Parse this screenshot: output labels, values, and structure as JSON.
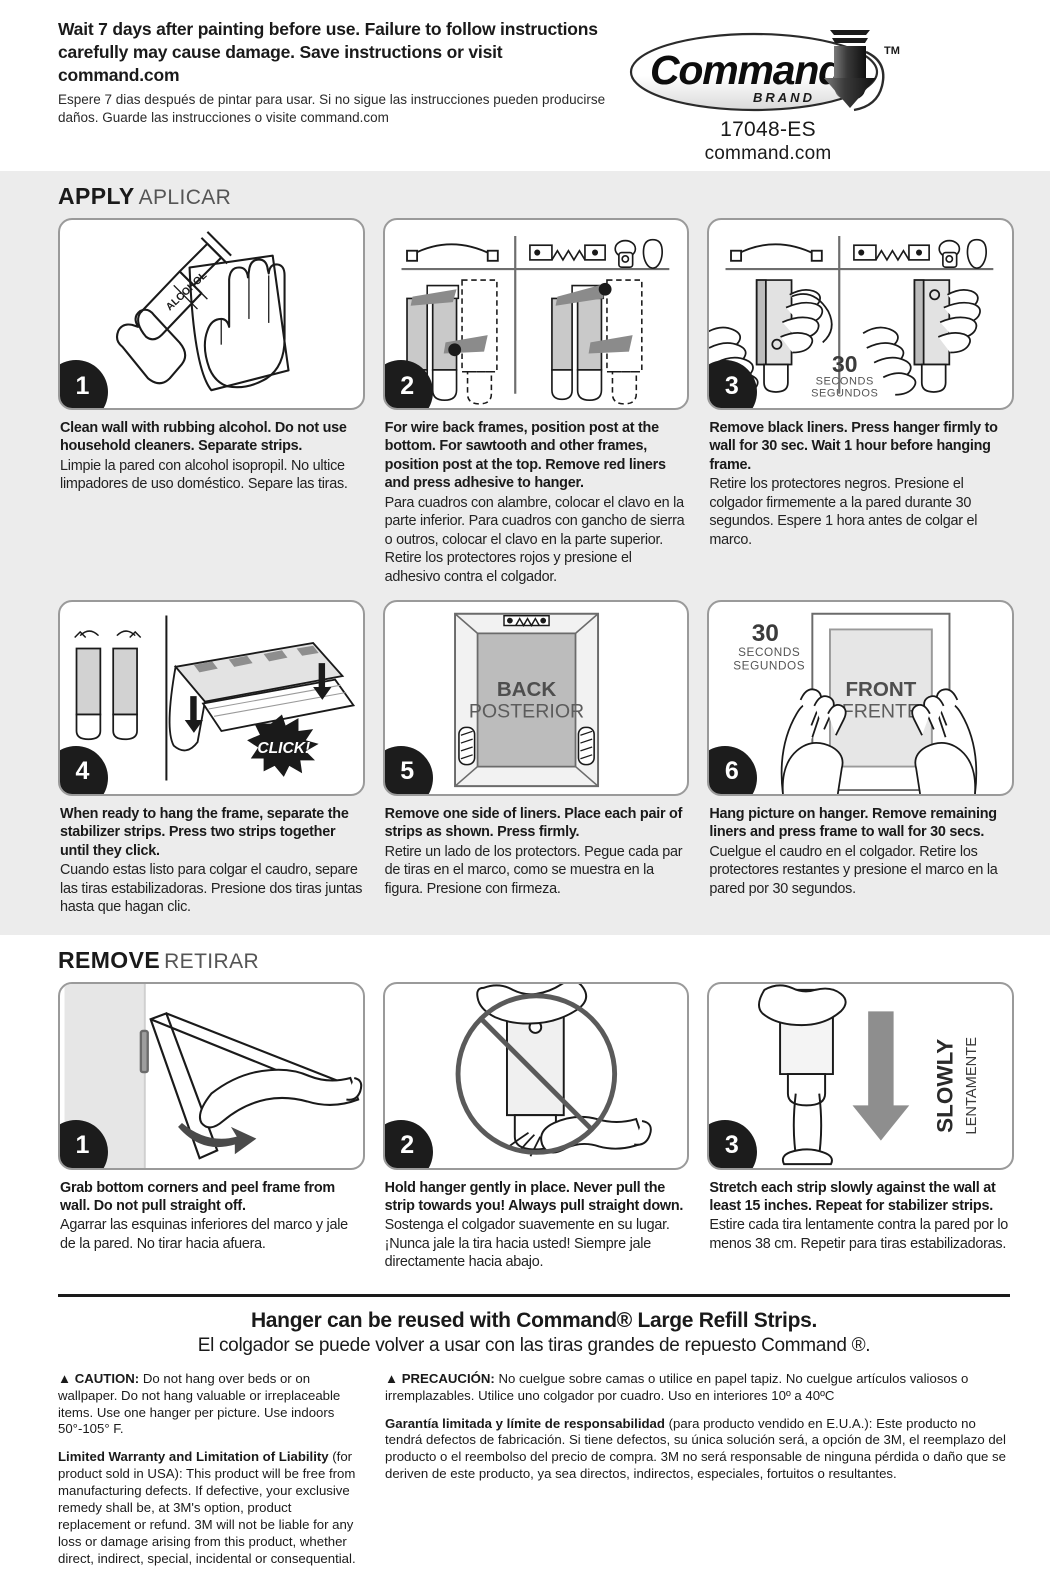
{
  "header": {
    "warning_en": "Wait 7 days after painting before use. Failure to follow instructions carefully may cause damage. Save instructions or visit command.com",
    "warning_es": "Espere 7 dias después de pintar para usar. Si no sigue las instrucciones pueden producirse daños. Guarde las instrucciones o visite command.com",
    "brand_name": "Command",
    "brand_sub": "BRAND",
    "brand_tm": "TM",
    "product_code": "17048-ES",
    "brand_url": "command.com"
  },
  "apply": {
    "title_en": "APPLY",
    "title_es": "APLICAR",
    "steps": [
      {
        "number": "1",
        "caption_en": "Clean wall with rubbing alcohol. Do not use household cleaners. Separate strips.",
        "caption_es": "Limpie la pared con alcohol isopropil. No ultice limpadores de uso doméstico. Separe las tiras.",
        "art_labels": [
          "ALCOHOL"
        ]
      },
      {
        "number": "2",
        "caption_en": "For wire back frames, position post at the bottom. For sawtooth and other frames, position post at the top. Remove red liners and press adhesive to hanger.",
        "caption_es": "Para cuadros con alambre, colocar el clavo en la parte inferior. Para cuadros con gancho de sierra o outros, colocar el clavo en la parte superior. Retire los protectores rojos y presione el adhesivo contra el colgador.",
        "art_labels": []
      },
      {
        "number": "3",
        "caption_en": "Remove black liners. Press hanger firmly to wall for 30 sec. Wait 1 hour before hanging frame.",
        "caption_es": "Retire los protectores negros. Presione el colgador firmemente a la pared durante 30 segundos. Espere 1 hora antes de colgar el marco.",
        "art_labels": [
          "30",
          "SECONDS",
          "SEGUNDOS"
        ]
      },
      {
        "number": "4",
        "caption_en": "When ready to hang the frame, separate the stabilizer strips.  Press two strips together until they click.",
        "caption_es": "Cuando estas listo para colgar el caudro, separe las tiras estabilizadoras. Presione dos tiras juntas hasta que hagan clic.",
        "art_labels": [
          "CLICK!"
        ]
      },
      {
        "number": "5",
        "caption_en": "Remove one side of liners. Place each pair of strips as shown. Press firmly.",
        "caption_es": "Retire un lado de los protectors. Pegue cada par de tiras en el marco, como se muestra en la figura. Presione con firmeza.",
        "art_labels": [
          "BACK",
          "POSTERIOR"
        ]
      },
      {
        "number": "6",
        "caption_en": "Hang picture on hanger. Remove remaining liners and press frame to wall for 30 secs.",
        "caption_es": "Cuelgue el caudro en el colgador. Retire los protectores restantes y presione el marco en la pared por 30 segundos.",
        "art_labels": [
          "30",
          "SECONDS",
          "SEGUNDOS",
          "FRONT",
          "FRENTE"
        ]
      }
    ]
  },
  "remove": {
    "title_en": "REMOVE",
    "title_es": "RETIRAR",
    "steps": [
      {
        "number": "1",
        "caption_en": "Grab bottom corners and peel frame from wall. Do not pull straight off.",
        "caption_es": "Agarrar las esquinas inferiores del marco y jale de la pared. No tirar hacia afuera.",
        "art_labels": []
      },
      {
        "number": "2",
        "caption_en": "Hold hanger gently in place.  Never pull the strip towards you! Always pull straight down.",
        "caption_es": "Sostenga el colgador suavemente en su lugar. ¡Nunca jale la tira hacia usted! Siempre jale directamente hacia abajo.",
        "art_labels": []
      },
      {
        "number": "3",
        "caption_en": "Stretch each strip slowly against the wall at least 15 inches. Repeat for stabilizer strips.",
        "caption_es": "Estire cada tira lentamente contra la pared por lo menos 38 cm. Repetir para tiras estabilizadoras.",
        "art_labels": [
          "SLOWLY",
          "LENTAMENTE"
        ]
      }
    ]
  },
  "footer": {
    "refill_en": "Hanger can be reused with Command® Large Refill Strips.",
    "refill_es": "El colgador se puede volver a usar con las tiras grandes de repuesto Command ®.",
    "caution_label_en": "CAUTION:",
    "caution_body_en": "Do not hang over beds or on wallpaper. Do not hang valuable or irreplaceable items. Use one hanger per picture. Use indoors 50°-105° F.",
    "warranty_label_en": "Limited Warranty and Limitation of Liability",
    "warranty_body_en": "(for product sold in USA): This product will be free from manufacturing defects. If defective, your exclusive remedy shall be, at 3M's option, product replacement or refund. 3M will not be liable for any loss or damage arising from this product, whether direct, indirect, special, incidental or consequential.",
    "caution_label_es": "PRECAUCIÓN:",
    "caution_body_es": "No cuelgue sobre camas o utilice en papel tapiz. No cuelgue artículos valiosos o irremplazables. Utilice uno colgador por cuadro. Uso en interiores 10º a 40ºC",
    "warranty_label_es": "Garantía limitada y límite de responsabilidad",
    "warranty_body_es": "(para producto vendido en E.U.A.): Este producto no tendrá defectos de fabricación. Si tiene defectos, su única solución será, a opción de 3M, el reemplazo del producto o el reembolso del precio de compra. 3M no será responsable de ninguna pérdida o daño que se deriven de este producto, ya sea directos, indirectos, especiales, fortuitos o resultantes.",
    "warning_symbol": "▲"
  },
  "colors": {
    "panel_border": "#9a9a9a",
    "badge_bg": "#1c1c1c",
    "apply_bg": "#ececec",
    "art_gray": "#b9b9b9",
    "art_line": "#1a1a1a"
  }
}
